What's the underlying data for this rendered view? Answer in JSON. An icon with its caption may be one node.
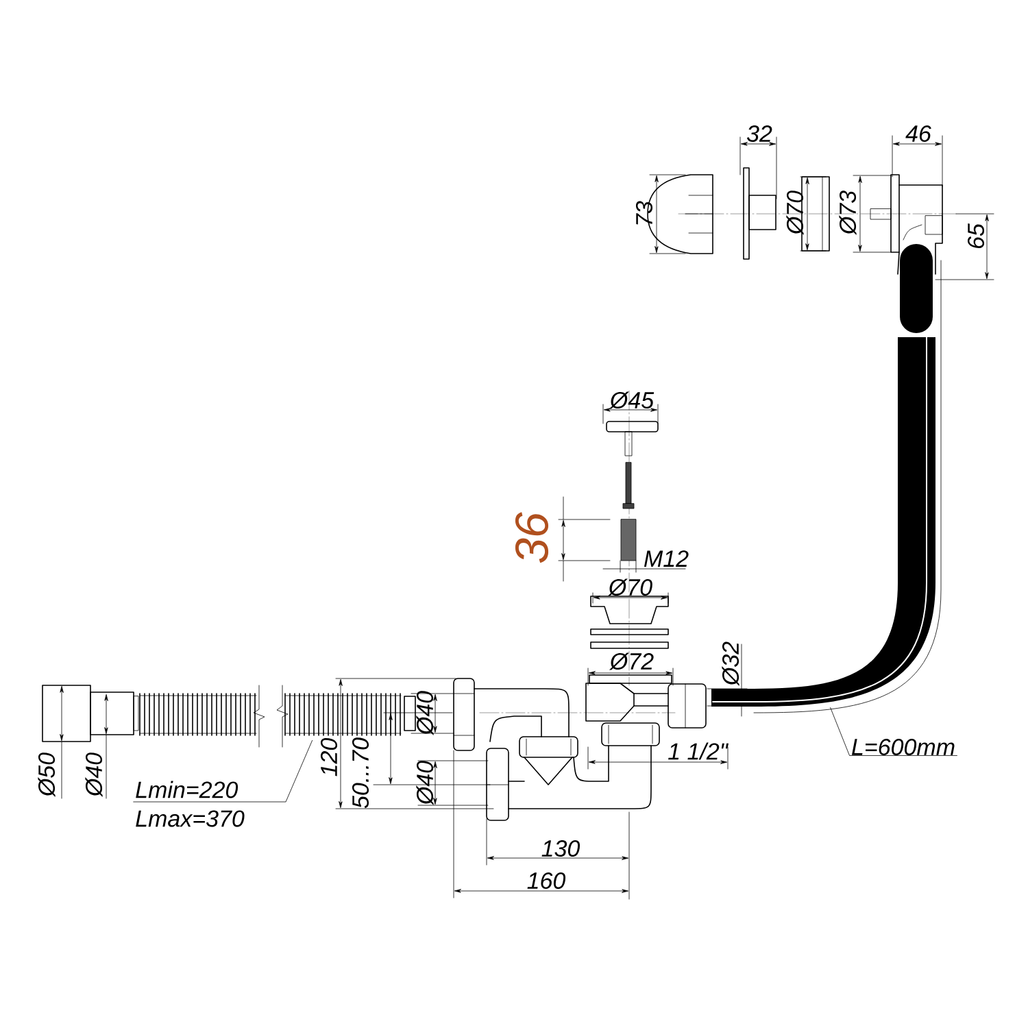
{
  "diagram": {
    "nodes": [
      {
        "text": [
          "Lmin=220",
          "Lmax=370"
        ]
      },
      {
        "text": [],
        "shape": "picture"
      },
      {
        "text": [
          "L=600mm"
        ]
      },
      {
        "text": [],
        "shape": "picture"
      }
    ],
    "edges": [
      {
        "from": 0,
        "to": 1,
        "arrow": "none"
      },
      {
        "from": 2,
        "to": 3,
        "arrow": "none"
      }
    ],
    "labels": [
      "32",
      "46",
      "73",
      "Ø70",
      "Ø73",
      "65",
      "Ø45",
      "36",
      "M12",
      "Ø70",
      "Ø72",
      "Ø32",
      "Ø40",
      "1 1/2\"",
      "Ø50",
      "Ø40",
      "120",
      "50...70",
      "Ø40",
      "130",
      "160"
    ]
  }
}
